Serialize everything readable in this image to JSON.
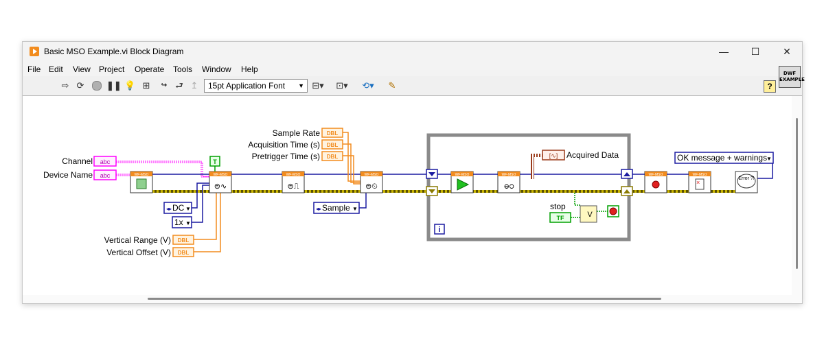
{
  "window": {
    "title": "Basic MSO Example.vi Block Diagram",
    "controls": {
      "minimize": "—",
      "maximize": "☐",
      "close": "✕"
    }
  },
  "menu": [
    "File",
    "Edit",
    "View",
    "Project",
    "Operate",
    "Tools",
    "Window",
    "Help"
  ],
  "toolbar": {
    "font_select": "15pt Application Font",
    "help": "?"
  },
  "side_badge": {
    "line1": "DWF",
    "line2": "EXAMPLE"
  },
  "diagram": {
    "controls": {
      "channel": "Channel",
      "device_name": "Device Name",
      "sample_rate": "Sample Rate",
      "acquisition_time": "Acquisition Time (s)",
      "pretrigger_time": "Pretrigger Time (s)",
      "vertical_range": "Vertical Range (V)",
      "vertical_offset": "Vertical Offset (V)",
      "stop": "stop",
      "acquired_data": "Acquired Data"
    },
    "terminal_types": {
      "string": "abc",
      "double": "DBL",
      "bool": "TF",
      "true_const": "T"
    },
    "node_header": "WF-MSO",
    "enums": {
      "coupling": "DC",
      "probe": "1x",
      "mode": "Sample",
      "error_msg": "OK message + warnings"
    },
    "loop_index": "i",
    "or_label": "V",
    "error_handler": "Error ?!"
  },
  "colors": {
    "string_wire": "#ff00ff",
    "number_wire": "#f28c1e",
    "ref_wire": "#1a1aa0",
    "error_wire": "#c8b400",
    "bool_wire": "#00a000",
    "loop_frame": "#8a8a8a"
  }
}
